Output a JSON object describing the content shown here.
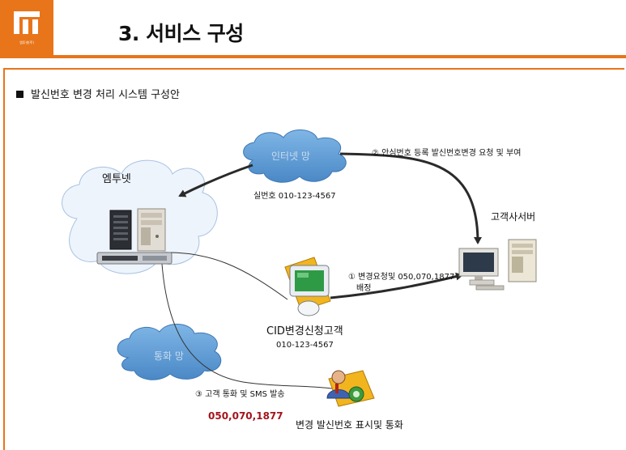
{
  "header": {
    "title": "3. 서비스 구성",
    "logo_text": "엠투넷(주)"
  },
  "section": {
    "heading": "발신번호 변경 처리 시스템 구성안"
  },
  "diagram": {
    "clouds": {
      "internet": "인터넷 망",
      "mtonet_label": "엠투넷",
      "call_network": "통화 망"
    },
    "labels": {
      "step2": "② 안심번호 등록 발신번호변경 요청 및 부여",
      "real_number": "실번호 010-123-4567",
      "customer_server": "고객사서버",
      "step1_line1": "① 변경요청및 050,070,1877",
      "step1_line2": "배정",
      "cid_customer": "CID변경신청고객",
      "cid_number": "010-123-4567",
      "step3": "③ 고객 통화 및 SMS 발송",
      "red_number": "050,070,1877",
      "display_change": "변경 발신번호 표시및 통화"
    },
    "colors": {
      "accent": "#e8751a",
      "cloud_fill": "#5f9ed8",
      "mtonet_cloud_fill": "#eef4fc",
      "arrow": "#2a2a2a",
      "red_text": "#a3141c"
    },
    "icons": [
      "server-icon",
      "rack-server-icon",
      "network-switch-icon",
      "monitor-icon",
      "desktop-pc-icon",
      "person-phone-icon"
    ]
  }
}
